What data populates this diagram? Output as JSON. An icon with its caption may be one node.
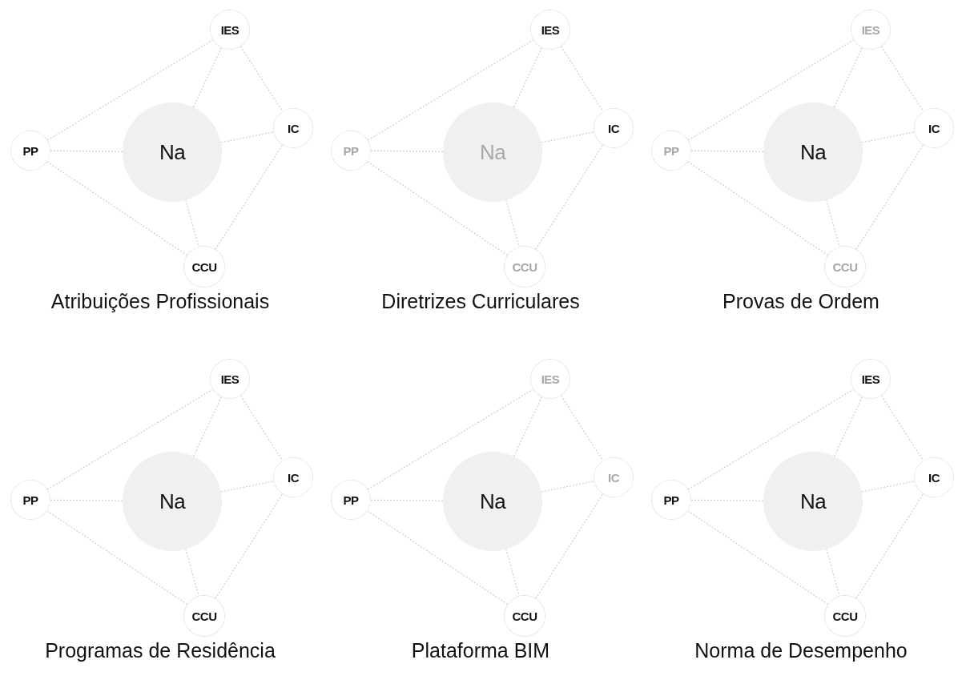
{
  "diagram": {
    "nodes": [
      {
        "text": [
          "IES"
        ]
      },
      {
        "text": [
          "IC"
        ]
      },
      {
        "text": [
          "Na"
        ]
      },
      {
        "text": [
          "PP"
        ]
      },
      {
        "text": [
          "CCU"
        ]
      },
      {
        "text": [
          "IES"
        ]
      },
      {
        "text": [
          "IC"
        ]
      },
      {
        "text": [
          "Na"
        ]
      },
      {
        "text": [
          "PP"
        ]
      },
      {
        "text": [
          "CCU"
        ]
      },
      {
        "text": [
          "IES"
        ]
      },
      {
        "text": [
          "IC"
        ]
      },
      {
        "text": [
          "Na"
        ]
      },
      {
        "text": [
          "PP"
        ]
      },
      {
        "text": [
          "CCU"
        ]
      },
      {
        "text": [
          "IES"
        ]
      },
      {
        "text": [
          "IC"
        ]
      },
      {
        "text": [
          "Na"
        ]
      },
      {
        "text": [
          "PP"
        ]
      },
      {
        "text": [
          "CCU"
        ]
      },
      {
        "text": [
          "IES"
        ]
      },
      {
        "text": [
          "IC"
        ]
      },
      {
        "text": [
          "Na"
        ]
      },
      {
        "text": [
          "PP"
        ]
      },
      {
        "text": [
          "CCU"
        ]
      },
      {
        "text": [
          "IES"
        ]
      },
      {
        "text": [
          "IC"
        ]
      },
      {
        "text": [
          "Na"
        ]
      },
      {
        "text": [
          "PP"
        ]
      },
      {
        "text": [
          "CCU"
        ]
      }
    ],
    "edges": [
      {
        "from": 3,
        "to": 0,
        "arrow": "none"
      },
      {
        "from": 2,
        "to": 0,
        "arrow": "none"
      },
      {
        "from": 0,
        "to": 1,
        "arrow": "none"
      },
      {
        "from": 3,
        "to": 2,
        "arrow": "none"
      },
      {
        "from": 2,
        "to": 1,
        "arrow": "none"
      },
      {
        "from": 3,
        "to": 4,
        "arrow": "none"
      },
      {
        "from": 2,
        "to": 4,
        "arrow": "none"
      },
      {
        "from": 4,
        "to": 1,
        "arrow": "none"
      },
      {
        "from": 8,
        "to": 5,
        "arrow": "none"
      },
      {
        "from": 7,
        "to": 5,
        "arrow": "none"
      },
      {
        "from": 5,
        "to": 6,
        "arrow": "none"
      },
      {
        "from": 8,
        "to": 7,
        "arrow": "none"
      },
      {
        "from": 7,
        "to": 6,
        "arrow": "none"
      },
      {
        "from": 8,
        "to": 9,
        "arrow": "none"
      },
      {
        "from": 7,
        "to": 9,
        "arrow": "none"
      },
      {
        "from": 9,
        "to": 6,
        "arrow": "none"
      },
      {
        "from": 13,
        "to": 10,
        "arrow": "none"
      },
      {
        "from": 12,
        "to": 10,
        "arrow": "none"
      },
      {
        "from": 10,
        "to": 11,
        "arrow": "none"
      },
      {
        "from": 13,
        "to": 12,
        "arrow": "none"
      },
      {
        "from": 12,
        "to": 11,
        "arrow": "none"
      },
      {
        "from": 13,
        "to": 14,
        "arrow": "none"
      },
      {
        "from": 12,
        "to": 14,
        "arrow": "none"
      },
      {
        "from": 14,
        "to": 11,
        "arrow": "none"
      },
      {
        "from": 18,
        "to": 15,
        "arrow": "none"
      },
      {
        "from": 17,
        "to": 15,
        "arrow": "none"
      },
      {
        "from": 15,
        "to": 16,
        "arrow": "none"
      },
      {
        "from": 18,
        "to": 17,
        "arrow": "none"
      },
      {
        "from": 17,
        "to": 16,
        "arrow": "none"
      },
      {
        "from": 18,
        "to": 19,
        "arrow": "none"
      },
      {
        "from": 17,
        "to": 19,
        "arrow": "none"
      },
      {
        "from": 19,
        "to": 16,
        "arrow": "none"
      },
      {
        "from": 23,
        "to": 20,
        "arrow": "none"
      },
      {
        "from": 22,
        "to": 20,
        "arrow": "none"
      },
      {
        "from": 20,
        "to": 21,
        "arrow": "none"
      },
      {
        "from": 23,
        "to": 22,
        "arrow": "none"
      },
      {
        "from": 22,
        "to": 21,
        "arrow": "none"
      },
      {
        "from": 23,
        "to": 24,
        "arrow": "none"
      },
      {
        "from": 22,
        "to": 24,
        "arrow": "none"
      },
      {
        "from": 24,
        "to": 21,
        "arrow": "none"
      },
      {
        "from": 28,
        "to": 25,
        "arrow": "none"
      },
      {
        "from": 27,
        "to": 25,
        "arrow": "none"
      },
      {
        "from": 25,
        "to": 26,
        "arrow": "none"
      },
      {
        "from": 28,
        "to": 27,
        "arrow": "none"
      },
      {
        "from": 27,
        "to": 26,
        "arrow": "none"
      },
      {
        "from": 28,
        "to": 29,
        "arrow": "none"
      },
      {
        "from": 27,
        "to": 29,
        "arrow": "none"
      },
      {
        "from": 29,
        "to": 26,
        "arrow": "none"
      }
    ],
    "labels": [
      "Atribuições Profissionais",
      "Diretrizes Curriculares",
      "Provas de Ordem",
      "Programas de Residência",
      "Plataforma BIM",
      "Norma de Desempenho"
    ]
  }
}
